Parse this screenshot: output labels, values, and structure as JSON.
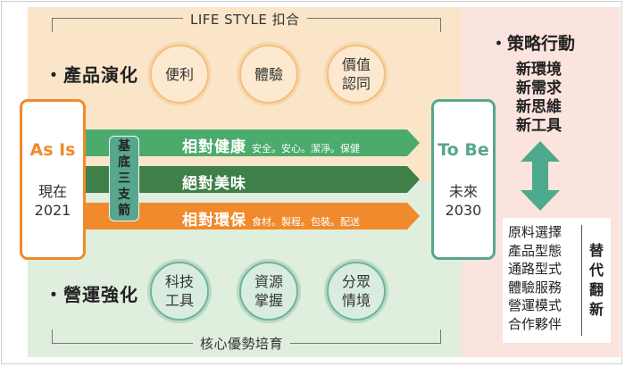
{
  "top_bracket": "LIFE STYLE 扣合",
  "bottom_bracket": "核心優勢培育",
  "product_evolution": {
    "title": "・產品演化",
    "items": [
      "便利",
      "體驗",
      "價值\n認同"
    ]
  },
  "operations": {
    "title": "・營運強化",
    "items": [
      "科技\n工具",
      "資源\n掌握",
      "分眾\n情境"
    ]
  },
  "as_is": {
    "head": "As Is",
    "sub": "現在\n2021",
    "color": "#f08a2c"
  },
  "to_be": {
    "head": "To Be",
    "sub": "未來\n2030",
    "color": "#57a68e"
  },
  "pillar": {
    "label": "基底三支箭"
  },
  "arrows": [
    {
      "main": "相對健康",
      "sub": "安全。安心。潔淨。保健",
      "color": "#4bab6c"
    },
    {
      "main": "絕對美味",
      "sub": "",
      "color": "#3f7f49"
    },
    {
      "main": "相對環保",
      "sub": "食材。製程。包裝。配送",
      "color": "#f08a2c"
    }
  ],
  "strategy": {
    "title": "・策略行動",
    "items": [
      "新環境",
      "新需求",
      "新思維",
      "新工具"
    ],
    "arrow_color": "#4bab8c"
  },
  "replacement": {
    "items": [
      "原料選擇",
      "產品型態",
      "通路型式",
      "體驗服務",
      "營運模式",
      "合作夥伴"
    ],
    "label": "替代翻新"
  }
}
